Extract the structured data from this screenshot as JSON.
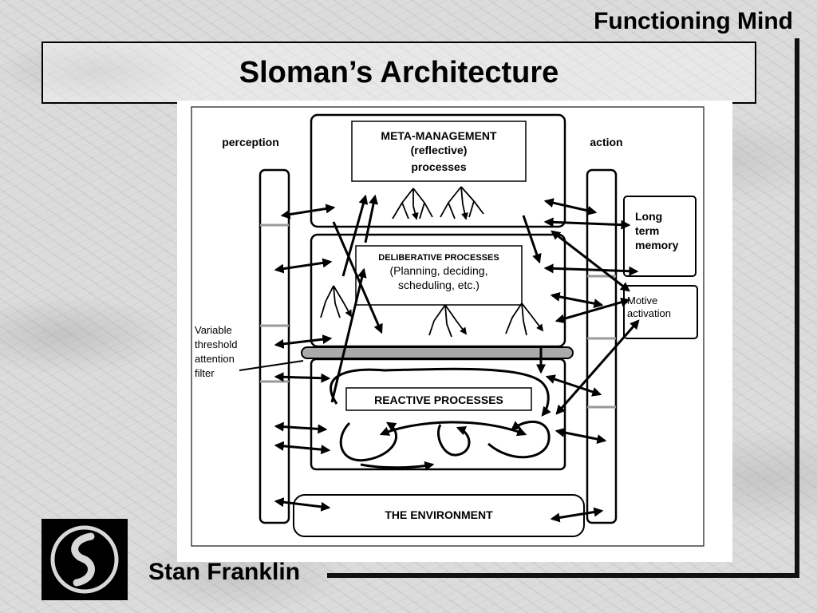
{
  "slide": {
    "header": "Functioning Mind",
    "title": "Sloman’s Architecture",
    "author": "Stan Franklin"
  },
  "diagram": {
    "labels": {
      "perception": "perception",
      "action": "action",
      "meta_line1": "META-MANAGEMENT",
      "meta_line2": "(reflective)",
      "meta_line3": "processes",
      "delib_line1": "DELIBERATIVE PROCESSES",
      "delib_line2": "(Planning, deciding,",
      "delib_line3": "scheduling, etc.)",
      "reactive": "REACTIVE PROCESSES",
      "environment": "THE ENVIRONMENT",
      "ltm_line1": "Long",
      "ltm_line2": "term",
      "ltm_line3": "memory",
      "motive_line1": "Motive",
      "motive_line2": "activation",
      "filter_line1": "Variable",
      "filter_line2": "threshold",
      "filter_line3": "attention",
      "filter_line4": "filter"
    }
  },
  "icons": {
    "logo": "stylized-s-logo-icon"
  }
}
